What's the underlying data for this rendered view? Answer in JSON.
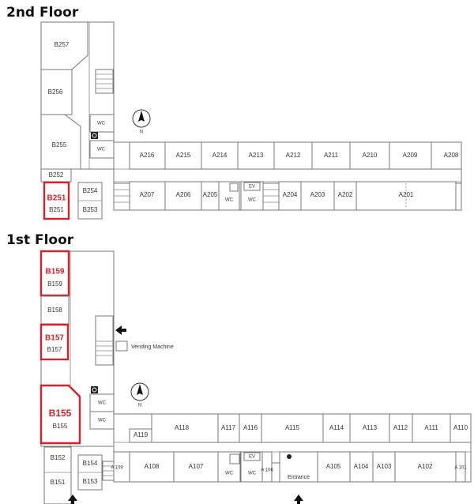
{
  "floors": [
    {
      "title": "2nd Floor",
      "labels": {
        "B257": "B257",
        "B256": "B256",
        "B255": "B255",
        "B252": "B252",
        "B251_hi": "B251",
        "B251": "B251",
        "B254": "B254",
        "B253": "B253",
        "WC_a": "WC",
        "WC_b": "WC",
        "north": "N",
        "A216": "A216",
        "A215": "A215",
        "A214": "A214",
        "A213": "A213",
        "A212": "A212",
        "A211": "A211",
        "A210": "A210",
        "A209": "A209",
        "A208": "A208",
        "A207": "A207",
        "A206": "A206",
        "A205": "A205",
        "WC_c": "WC",
        "EV": "EV",
        "WC_d": "WC",
        "A204": "A204",
        "A203": "A203",
        "A202": "A202",
        "A201": "A201"
      },
      "highlighted": [
        "B251"
      ]
    },
    {
      "title": "1st Floor",
      "labels": {
        "B159_hi": "B159",
        "B159": "B159",
        "B158": "B158",
        "B157_hi": "B157",
        "B157": "B157",
        "vending": "Vending Machine",
        "B155_hi": "B155",
        "B155": "B155",
        "WC_a": "WC",
        "WC_b": "WC",
        "north": "N",
        "A119": "A119",
        "A118": "A118",
        "A117": "A117",
        "A116": "A116",
        "A115": "A115",
        "A114": "A114",
        "A113": "A113",
        "A112": "A112",
        "A111": "A111",
        "A110": "A110",
        "B152": "B152",
        "B151": "B151",
        "B154": "B154",
        "B153": "B153",
        "A109": "A\n109",
        "A108": "A108",
        "A107": "A107",
        "WC_c": "WC",
        "EV": "EV",
        "WC_d": "WC",
        "A106": "A\n106",
        "entrance": "Entrance",
        "A105": "A105",
        "A104": "A104",
        "A103": "A103",
        "A102": "A102",
        "A101": "A\n101"
      },
      "highlighted": [
        "B159",
        "B157",
        "B155"
      ]
    }
  ],
  "colors": {
    "highlight": "#d9202a",
    "wall": "#777777",
    "text": "#333333"
  },
  "icons": [
    "north-arrow-icon",
    "accessible-icon",
    "stairs-icon",
    "arrow-icon",
    "elevator-icon"
  ]
}
